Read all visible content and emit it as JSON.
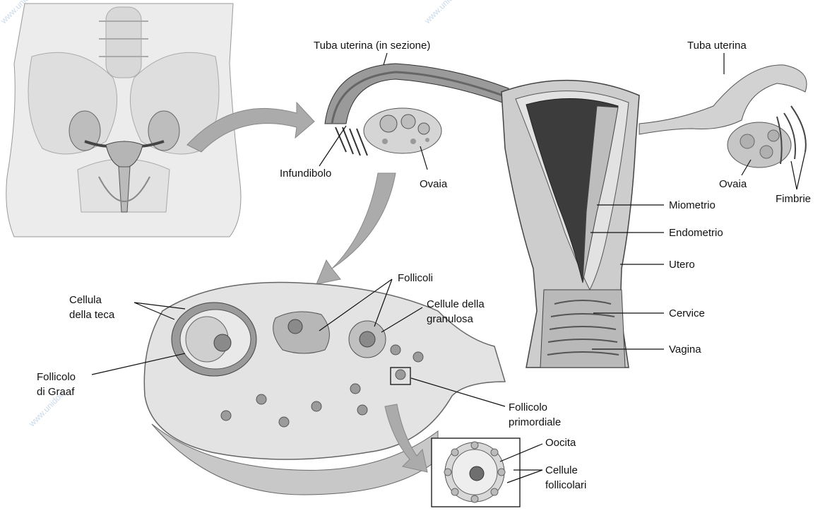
{
  "labels": {
    "tuba_sezione": "Tuba uterina (in sezione)",
    "tuba_uterina": "Tuba uterina",
    "infundibolo": "Infundibolo",
    "ovaia_left": "Ovaia",
    "ovaia_right": "Ovaia",
    "fimbrie": "Fimbrie",
    "miometrio": "Miometrio",
    "endometrio": "Endometrio",
    "utero": "Utero",
    "cervice": "Cervice",
    "vagina": "Vagina",
    "follicoli": "Follicoli",
    "cellula_teca_1": "Cellula",
    "cellula_teca_2": "della teca",
    "granulosa_1": "Cellule della",
    "granulosa_2": "granulosa",
    "graaf_1": "Follicolo",
    "graaf_2": "di Graaf",
    "primordiale_1": "Follicolo",
    "primordiale_2": "primordiale",
    "oocita": "Oocita",
    "follicolari_1": "Cellule",
    "follicolari_2": "follicolari"
  },
  "watermark": "www.unidoc",
  "colors": {
    "tissue": "#cfcfcf",
    "tissue_dark": "#8d8d8d",
    "tissue_light": "#e7e7e7",
    "arrow": "#a9a9a9",
    "watermark": "#c9d9ea"
  }
}
